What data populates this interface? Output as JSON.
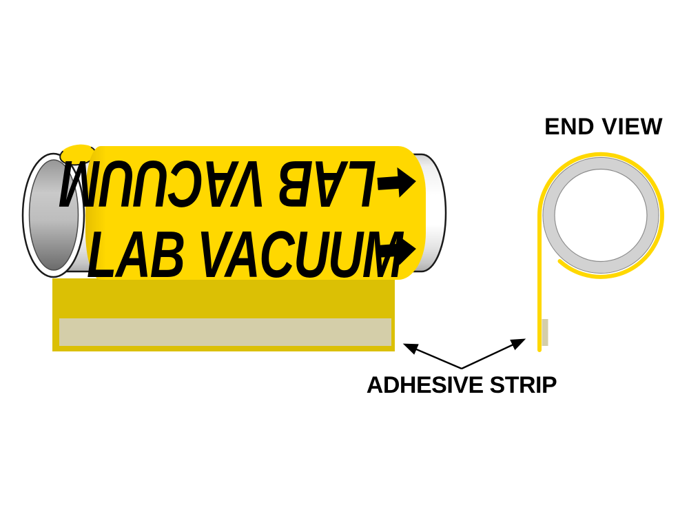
{
  "marker": {
    "line_top_reversed": "LAB VACUUM",
    "line_bottom": "LAB VACUUM",
    "flow_arrow_icon": "right-arrow"
  },
  "end_view": {
    "title": "END VIEW",
    "coil_icon": "rolled-marker-coil"
  },
  "annotation": {
    "label": "ADHESIVE STRIP",
    "leader_icon": "double-leader-arrows"
  },
  "colors": {
    "ink": "#000000",
    "label_yellow": "#FFD800",
    "label_yellow_shade": "#E6BF00",
    "backing_yellow": "#DBC005",
    "adhesive_tan": "#D4CEA9",
    "pipe_outline": "#1A1A1A",
    "pipe_ring_gray": "#D2D2D2",
    "pipe_ring_edge": "#8A8A8A"
  }
}
